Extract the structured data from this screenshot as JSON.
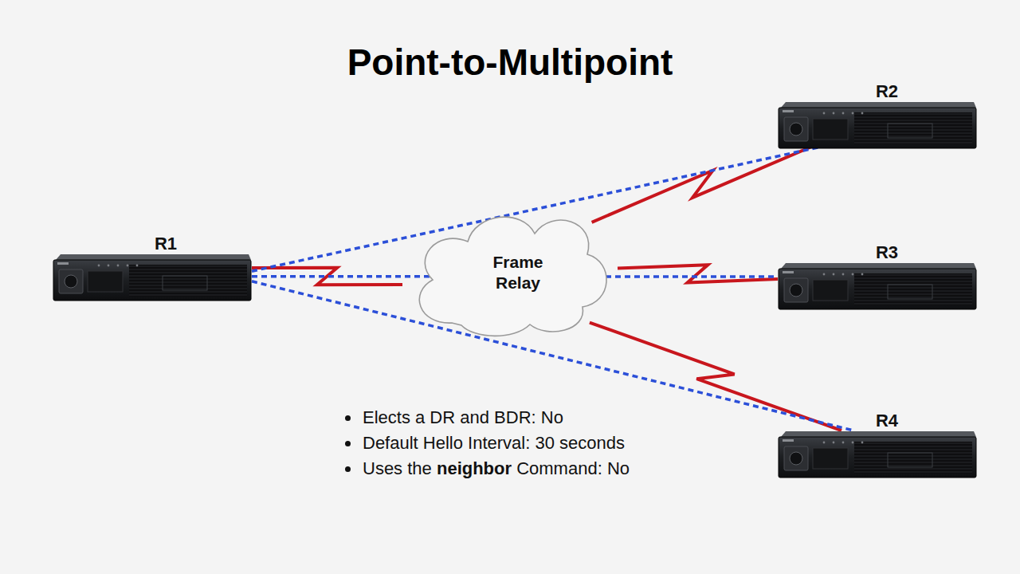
{
  "diagram": {
    "title": "Point-to-Multipoint",
    "nodes": [
      {
        "text": [
          "R1"
        ]
      },
      {
        "text": [
          "Frame Relay"
        ]
      },
      {
        "text": [
          "R2"
        ]
      },
      {
        "text": [
          "R3"
        ]
      },
      {
        "text": [
          "R4"
        ]
      }
    ],
    "edges": [
      {
        "from": 0,
        "to": 1,
        "arrow": "none"
      },
      {
        "from": 1,
        "to": 2,
        "arrow": "none"
      },
      {
        "from": 1,
        "to": 3,
        "arrow": "none"
      },
      {
        "from": 1,
        "to": 4,
        "arrow": "none"
      },
      {
        "from": 0,
        "to": 2,
        "arrow": "none"
      },
      {
        "from": 0,
        "to": 3,
        "arrow": "none"
      },
      {
        "from": 0,
        "to": 4,
        "arrow": "none"
      }
    ],
    "labels": [
      "Elects a DR and BDR: No",
      "Default Hello Interval: 30 seconds",
      "Uses the neighbor Command: No"
    ]
  }
}
